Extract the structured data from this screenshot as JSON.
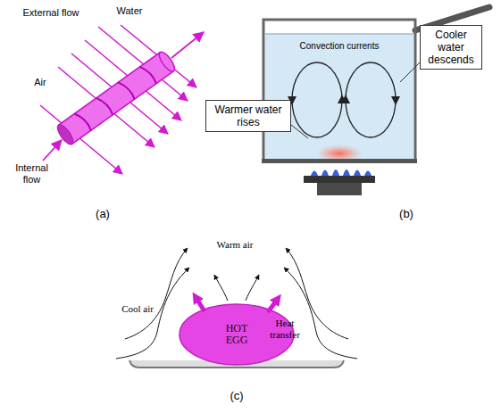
{
  "diagram": {
    "nodes": [
      {
        "text": [
          "Cooler water descends"
        ]
      },
      {
        "text": [
          "Warmer water rises"
        ]
      },
      {
        "text": [
          "HOT EGG"
        ]
      }
    ],
    "labels": [
      "External flow",
      "Water",
      "Air",
      "Internal flow",
      "(a)",
      "Convection currents",
      "(b)",
      "Warm air",
      "Cool air",
      "Heat transfer",
      "(c)"
    ]
  }
}
